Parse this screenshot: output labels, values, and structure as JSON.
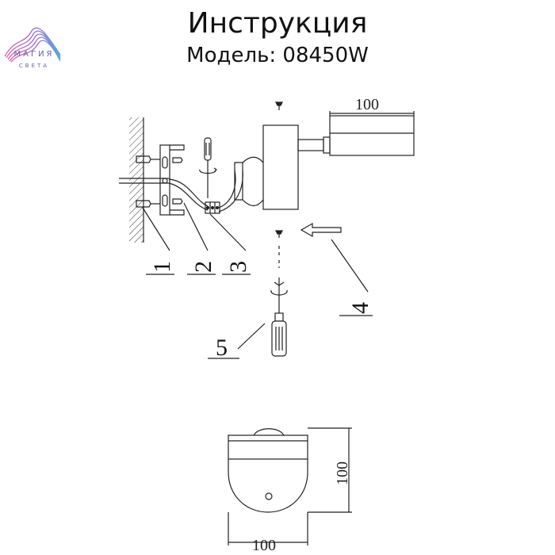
{
  "header": {
    "title": "Инструкция",
    "model_label": "Модель:",
    "model_number": "08450W"
  },
  "brand": {
    "name": "МАГИЯ",
    "tagline": "СВЕТА",
    "color": "#6a5fb0"
  },
  "steps": {
    "s1": "1",
    "s2": "2",
    "s3": "3",
    "s4": "4",
    "s5": "5"
  },
  "dimensions": {
    "top_length": "100",
    "bottom_width": "100",
    "bottom_height": "100"
  }
}
